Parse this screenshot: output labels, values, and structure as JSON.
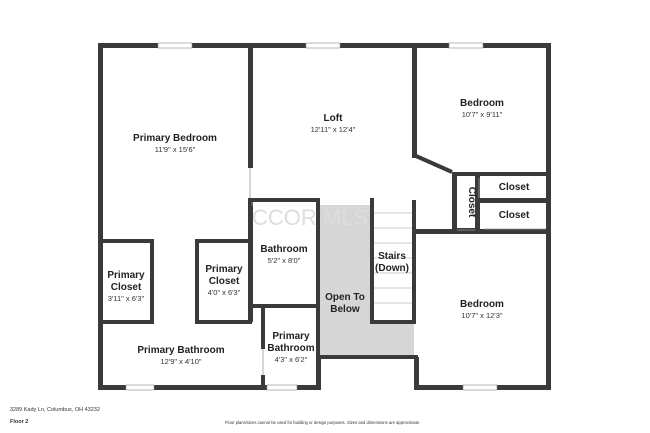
{
  "watermark": "CCOR MLS",
  "rooms": [
    {
      "id": "primary-bedroom",
      "name": "Primary Bedroom",
      "dims": "11'9\" x 15'6\""
    },
    {
      "id": "loft",
      "name": "Loft",
      "dims": "12'11\" x 12'4\""
    },
    {
      "id": "bedroom-top",
      "name": "Bedroom",
      "dims": "10'7\" x 9'11\""
    },
    {
      "id": "closet-vertical",
      "name": "Closet",
      "dims": ""
    },
    {
      "id": "closet-right-top",
      "name": "Closet",
      "dims": ""
    },
    {
      "id": "closet-right-bottom",
      "name": "Closet",
      "dims": ""
    },
    {
      "id": "bathroom",
      "name": "Bathroom",
      "dims": "5'2\" x 8'0\""
    },
    {
      "id": "stairs",
      "name": "Stairs",
      "name2": "(Down)",
      "dims": ""
    },
    {
      "id": "open-to-below",
      "name": "Open To",
      "name2": "Below",
      "dims": ""
    },
    {
      "id": "primary-closet-left",
      "name": "Primary",
      "name2": "Closet",
      "dims": "3'11\" x 6'3\""
    },
    {
      "id": "primary-closet-right",
      "name": "Primary",
      "name2": "Closet",
      "dims": "4'0\" x 6'3\""
    },
    {
      "id": "primary-bathroom",
      "name": "Primary Bathroom",
      "dims": "12'9\" x 4'10\""
    },
    {
      "id": "primary-bathroom-small",
      "name": "Primary",
      "name2": "Bathroom",
      "dims": "4'3\" x 6'2\""
    },
    {
      "id": "bedroom-bottom",
      "name": "Bedroom",
      "dims": "10'7\" x 12'3\""
    }
  ],
  "footer": {
    "address": "3289 Kady Ln, Columbus, OH 43232",
    "floor": "Floor 2",
    "disclaimer": "Floor plans/sizes cannot be used for building or design purposes. Sizes and dimensions are approximate."
  }
}
